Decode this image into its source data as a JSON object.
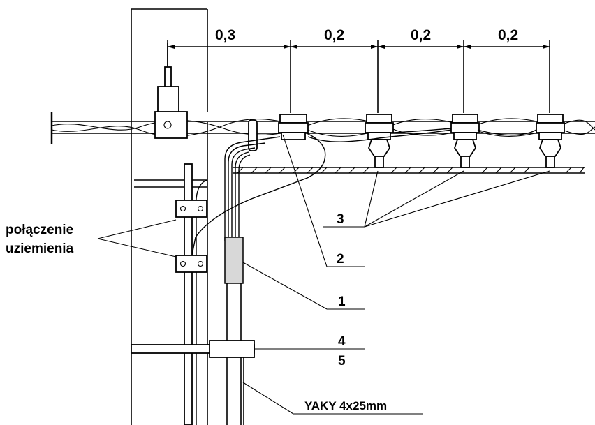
{
  "dimensions": [
    "0,3",
    "0,2",
    "0,2",
    "0,2"
  ],
  "callouts": {
    "item1": "1",
    "item2": "2",
    "item3": "3",
    "item4": "4",
    "item5": "5"
  },
  "grounding_label": {
    "line1": "połączenie",
    "line2": "uziemienia"
  },
  "cable_label": "YAKY 4x25mm"
}
